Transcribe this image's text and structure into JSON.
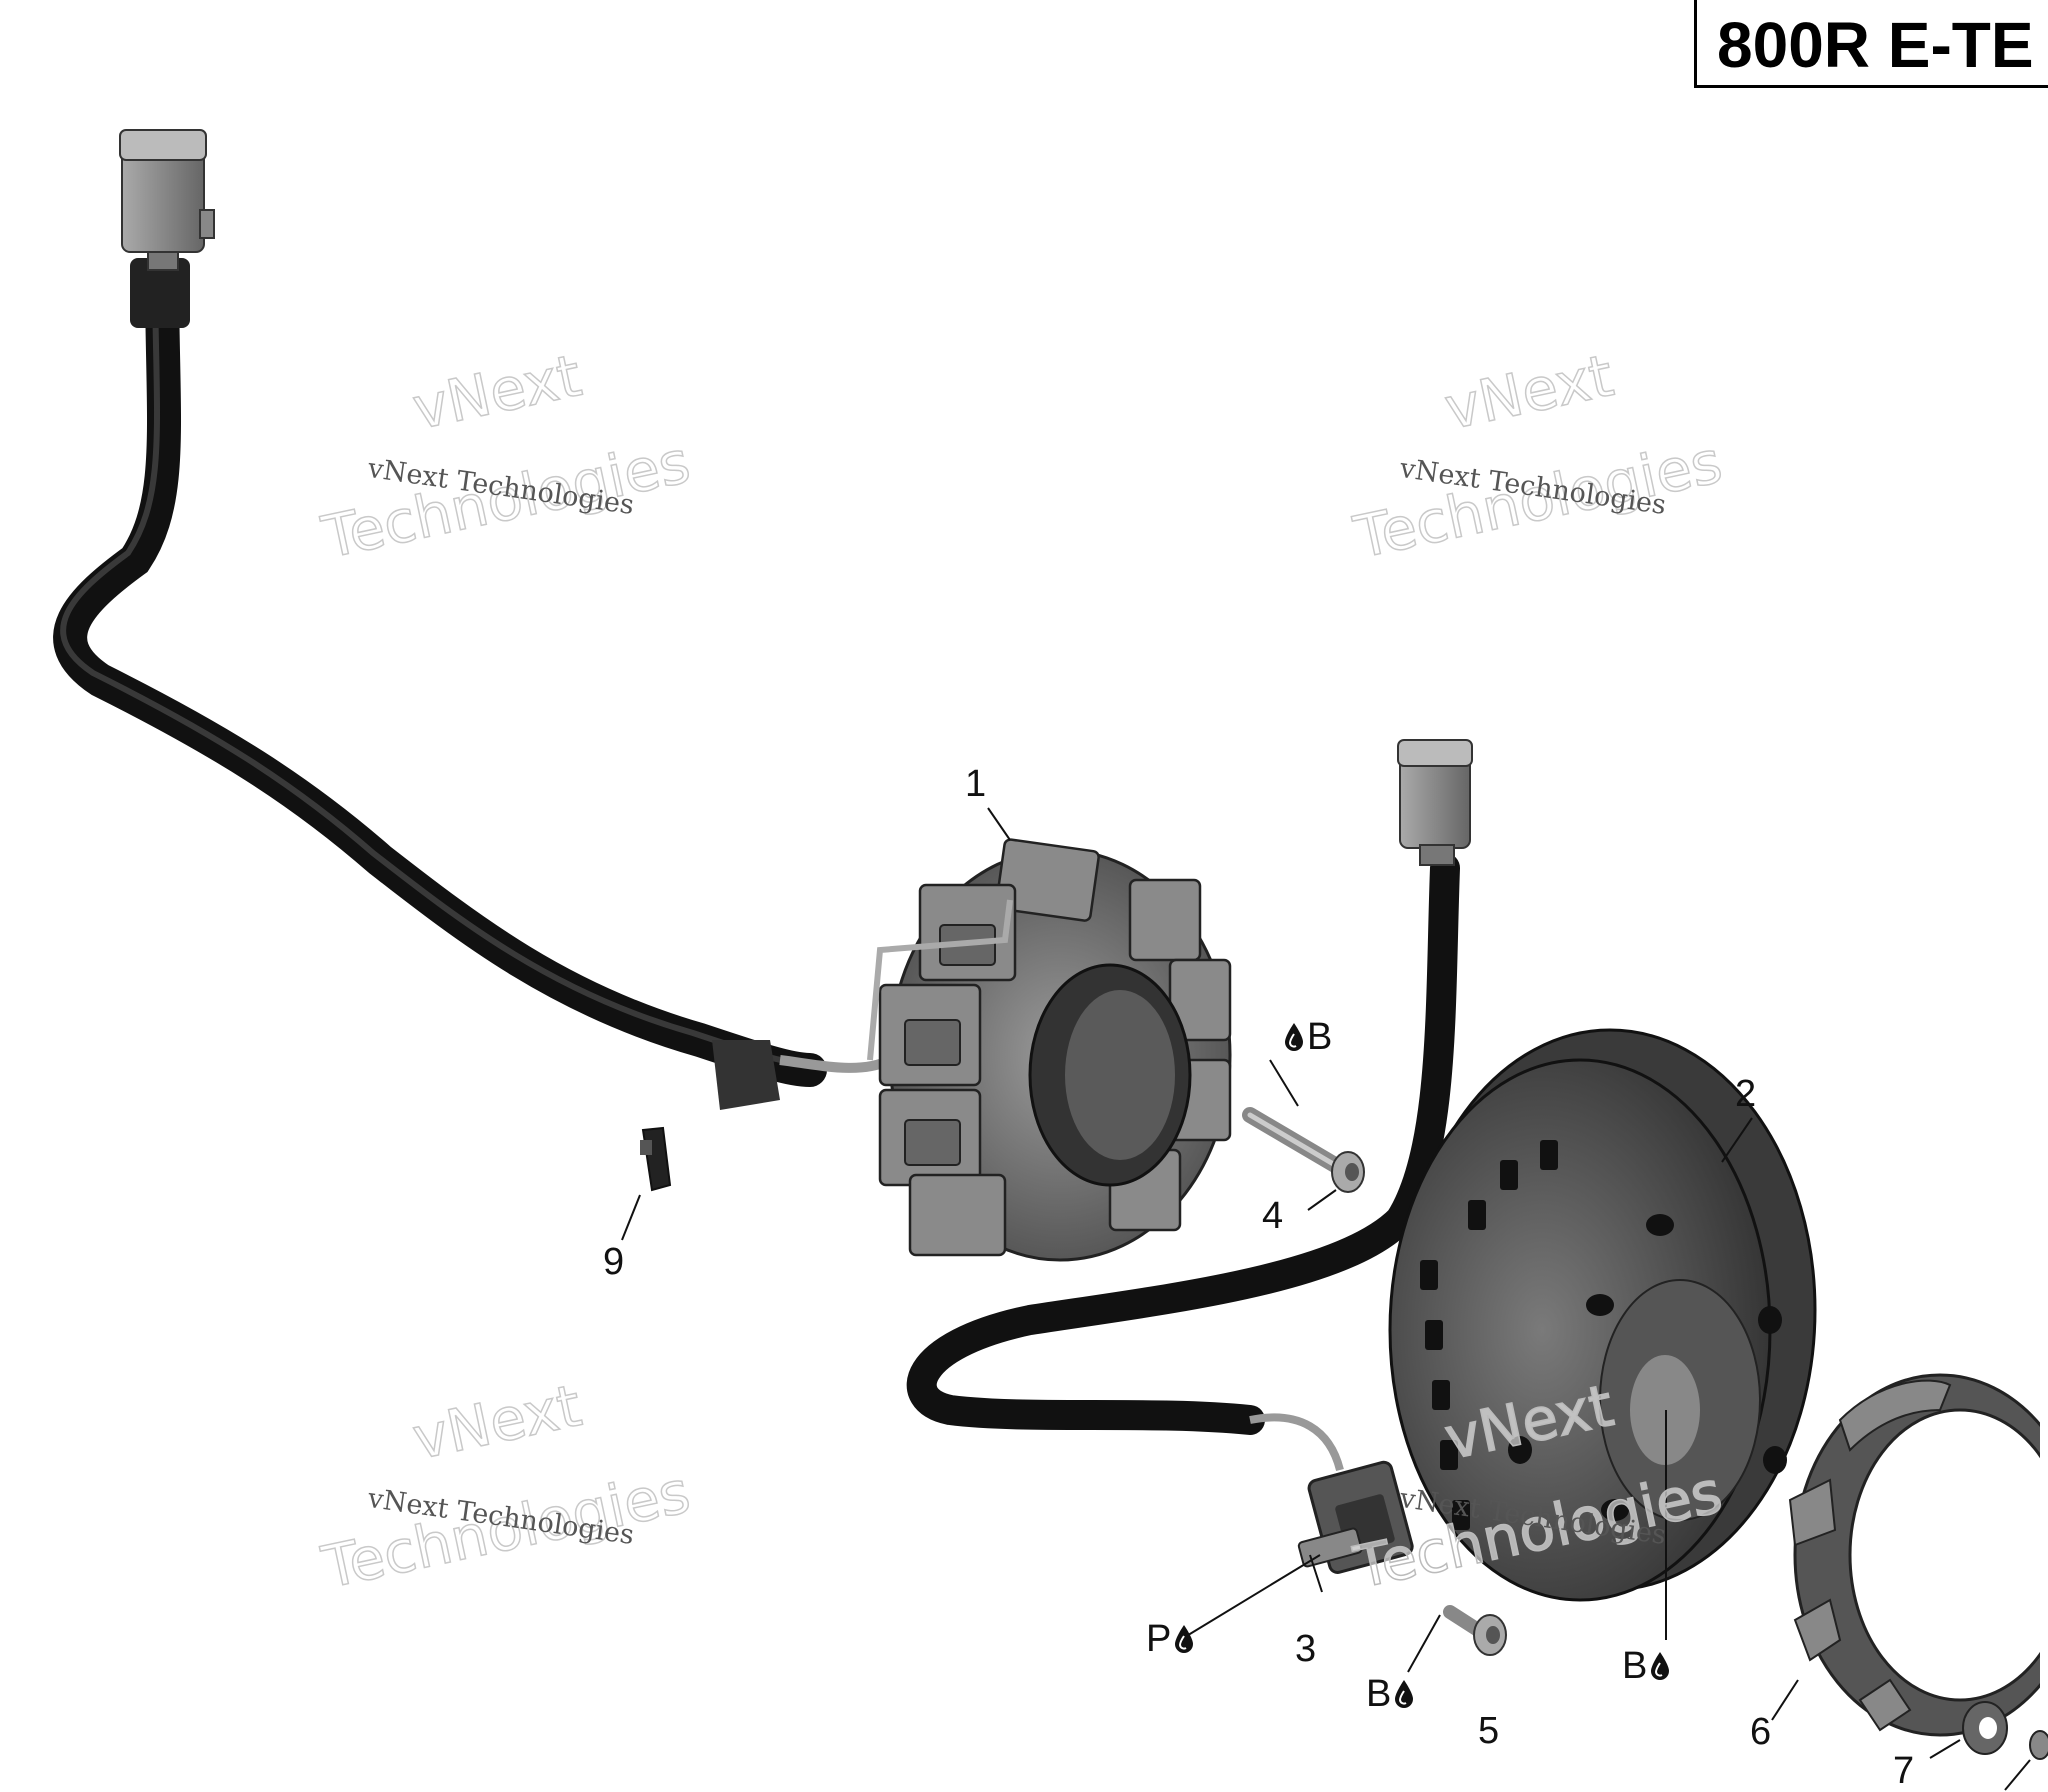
{
  "header": {
    "title": "800R E-TE"
  },
  "callouts": [
    {
      "id": "1",
      "label": "1"
    },
    {
      "id": "2",
      "label": "2"
    },
    {
      "id": "3",
      "label": "3"
    },
    {
      "id": "4",
      "label": "4"
    },
    {
      "id": "5",
      "label": "5"
    },
    {
      "id": "6",
      "label": "6"
    },
    {
      "id": "7",
      "label": "7"
    },
    {
      "id": "9",
      "label": "9"
    }
  ],
  "notes": {
    "bolt_4": "B",
    "threads_5": "B",
    "flywheel_center": "B",
    "sensor_3": "P"
  },
  "watermark": {
    "line_big_1": "vNext",
    "line_big_2": "Technologies",
    "line_small": "vNext Technologies"
  },
  "icons": {
    "drop": "liquid-drop-icon"
  }
}
